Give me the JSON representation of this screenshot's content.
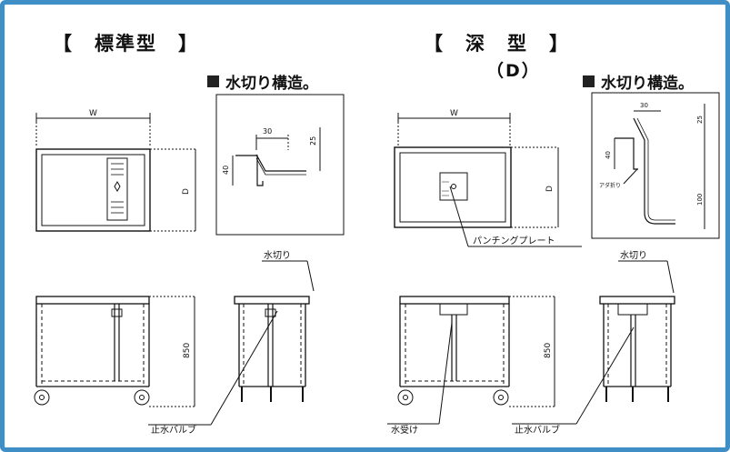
{
  "standard": {
    "title": "【　標準型　】",
    "section_label": "水切り構造。",
    "dims": {
      "w": "W",
      "d": "D",
      "h": "850",
      "a": "30",
      "b": "25",
      "c": "40"
    },
    "callouts": {
      "drain": "水切り",
      "valve": "止水バルブ"
    }
  },
  "deep": {
    "title": "【　深　型　】",
    "subtitle": "（D）",
    "section_label": "水切り構造。",
    "dims": {
      "w": "W",
      "d": "D",
      "h": "850",
      "a": "30",
      "b": "25",
      "c": "40",
      "e": "100",
      "f": "アダ折り"
    },
    "callouts": {
      "plate": "パンチングプレート",
      "drain": "水切り",
      "catch": "水受け",
      "valve": "止水バルブ"
    }
  },
  "colors": {
    "frame": "#3f8fc6",
    "panel": "#eaf3f7",
    "ink": "#111111"
  }
}
